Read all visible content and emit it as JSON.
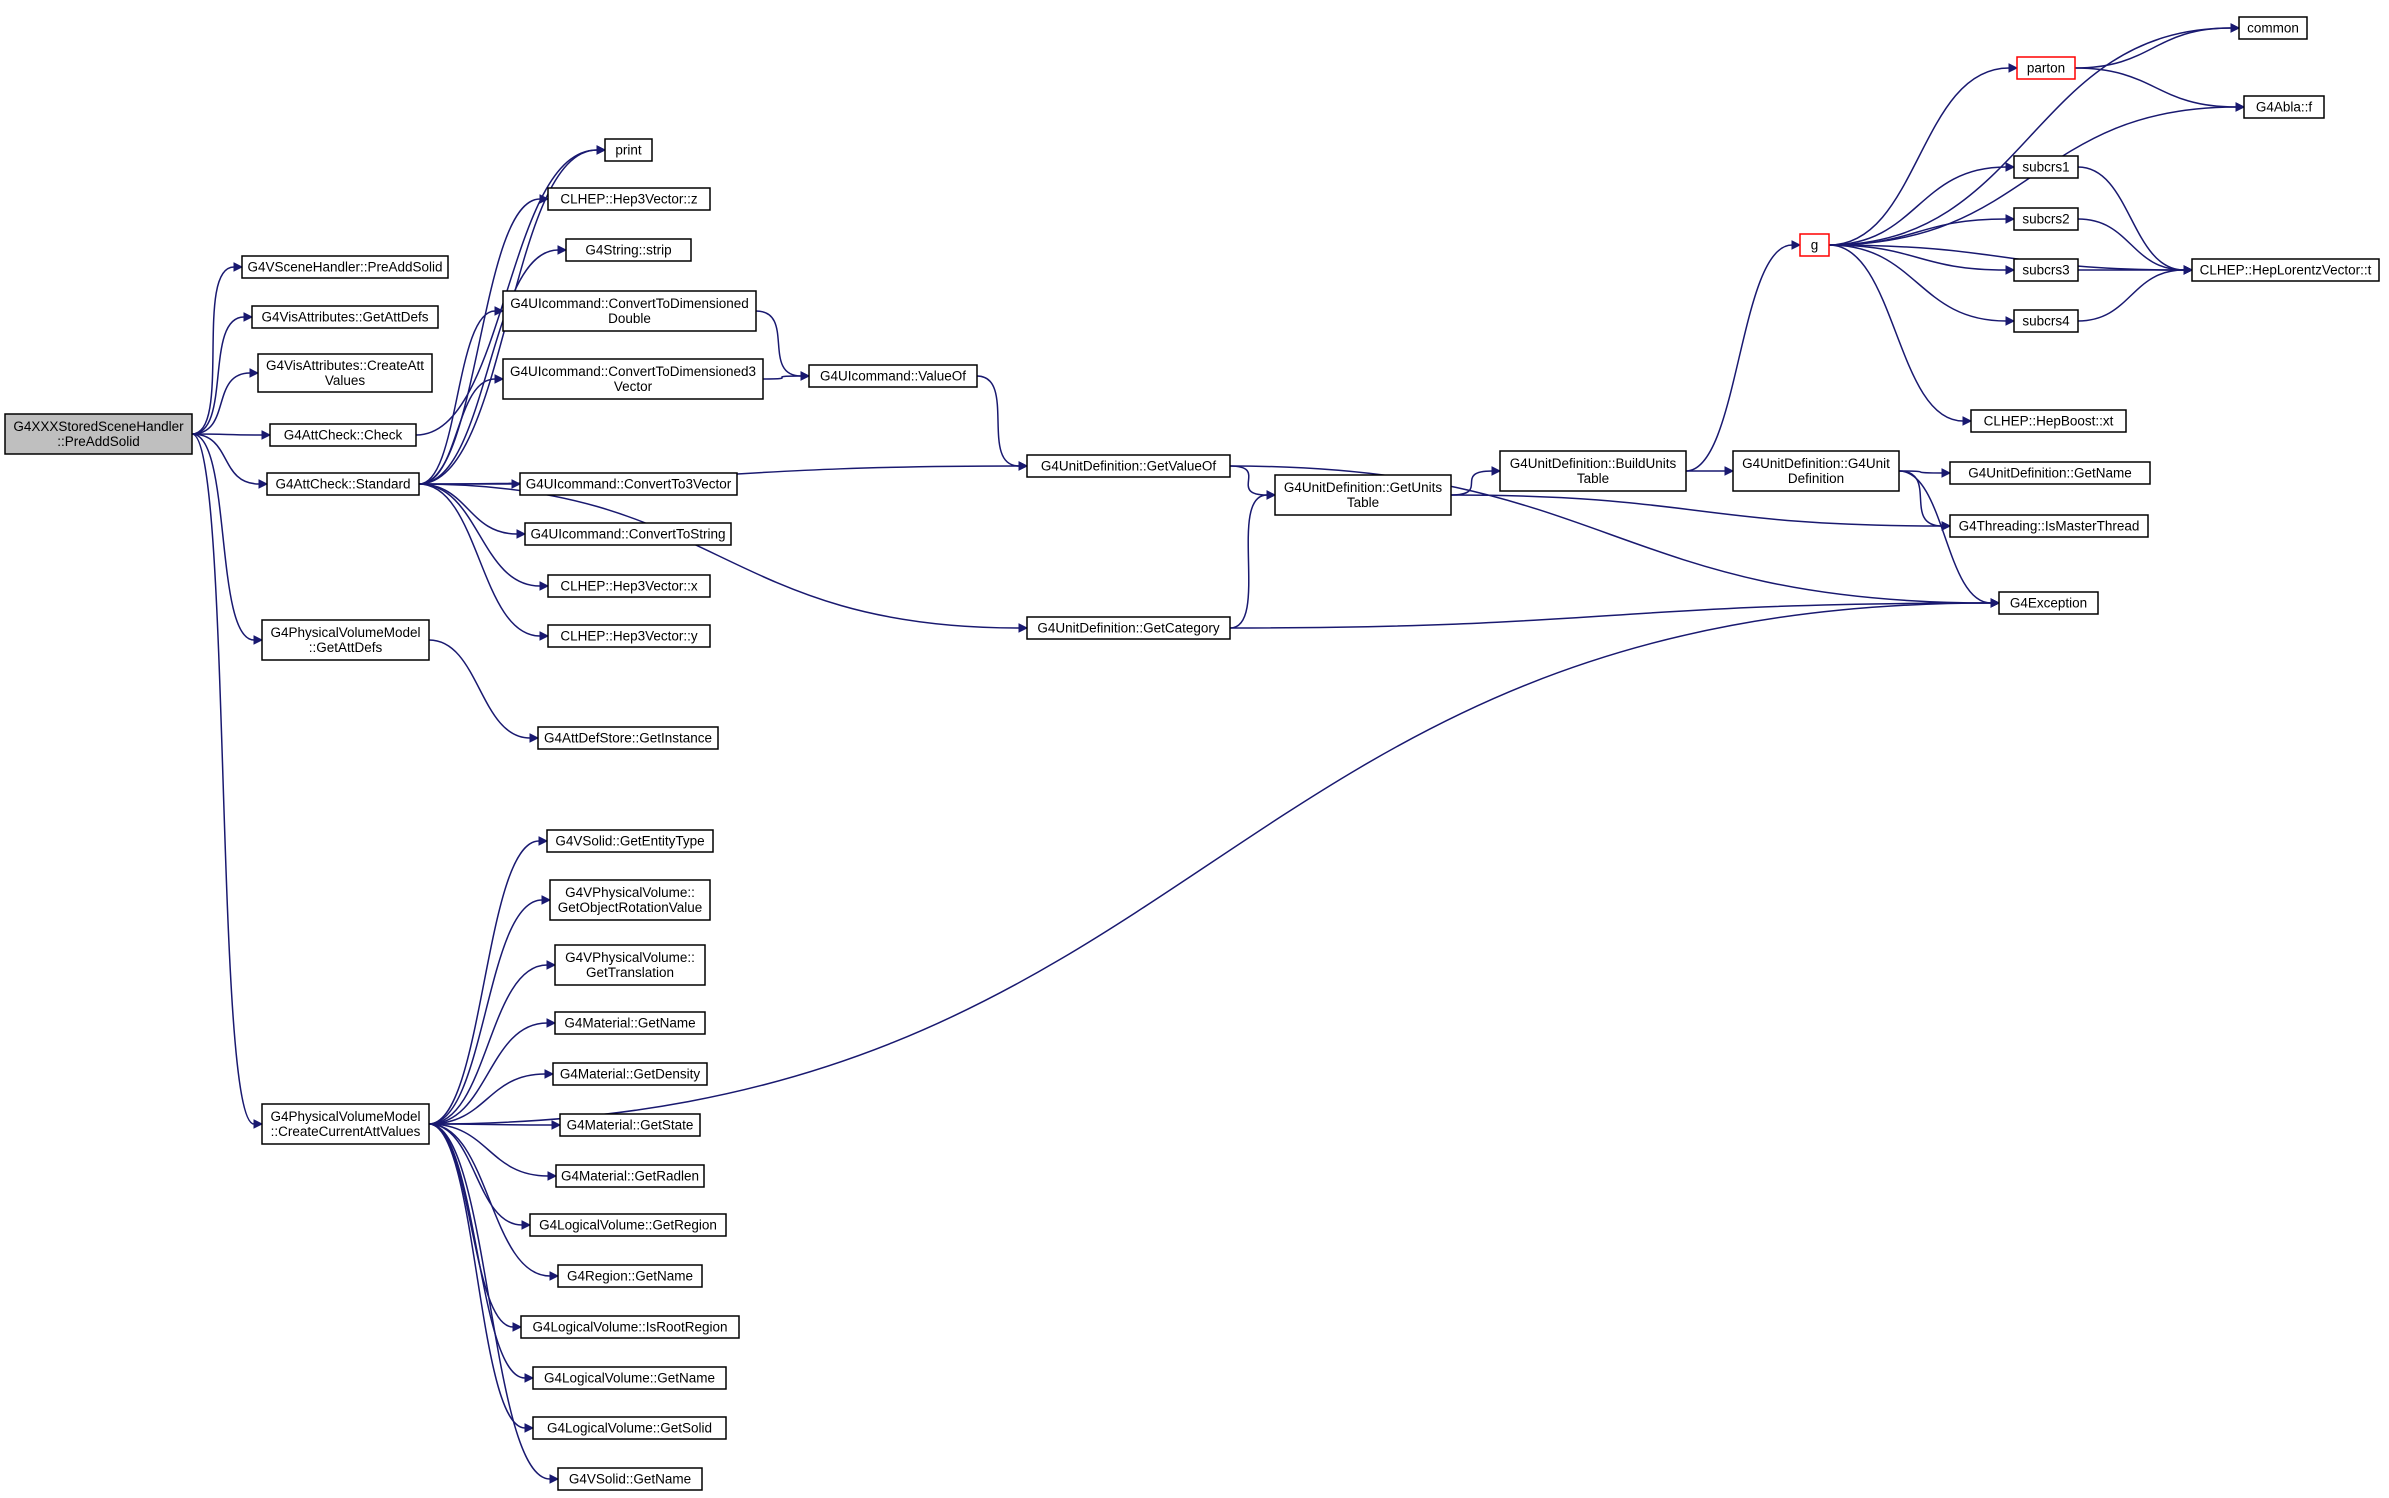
{
  "colors": {
    "edge": "#191970",
    "root_fill": "#bfbfbf",
    "node_border": "#000000",
    "highlight_border": "#ff0000"
  },
  "nodes": {
    "root": [
      "G4XXXStoredSceneHandler",
      "::PreAddSolid"
    ],
    "preaddsolid": [
      "G4VSceneHandler::PreAddSolid"
    ],
    "visattr_getattdefs": [
      "G4VisAttributes::GetAttDefs"
    ],
    "visattr_create": [
      "G4VisAttributes::CreateAtt",
      "Values"
    ],
    "attcheck_check": [
      "G4AttCheck::Check"
    ],
    "attcheck_standard": [
      "G4AttCheck::Standard"
    ],
    "pvm_getattdefs": [
      "G4PhysicalVolumeModel",
      "::GetAttDefs"
    ],
    "pvm_create": [
      "G4PhysicalVolumeModel",
      "::CreateCurrentAttValues"
    ],
    "print": [
      "print"
    ],
    "hep3_z": [
      "CLHEP::Hep3Vector::z"
    ],
    "strip": [
      "G4String::strip"
    ],
    "conv_dim_double": [
      "G4UIcommand::ConvertToDimensioned",
      "Double"
    ],
    "conv_dim_3vec": [
      "G4UIcommand::ConvertToDimensioned3",
      "Vector"
    ],
    "conv_3vec": [
      "G4UIcommand::ConvertTo3Vector"
    ],
    "conv_string": [
      "G4UIcommand::ConvertToString"
    ],
    "hep3_x": [
      "CLHEP::Hep3Vector::x"
    ],
    "hep3_y": [
      "CLHEP::Hep3Vector::y"
    ],
    "attdefstore": [
      "G4AttDefStore::GetInstance"
    ],
    "valueof": [
      "G4UIcommand::ValueOf"
    ],
    "unit_getvalueof": [
      "G4UnitDefinition::GetValueOf"
    ],
    "unit_getcategory": [
      "G4UnitDefinition::GetCategory"
    ],
    "unit_getunitstable": [
      "G4UnitDefinition::GetUnits",
      "Table"
    ],
    "unit_buildunits": [
      "G4UnitDefinition::BuildUnits",
      "Table"
    ],
    "unit_g4unitdef": [
      "G4UnitDefinition::G4Unit",
      "Definition"
    ],
    "unit_getname": [
      "G4UnitDefinition::GetName"
    ],
    "ismaster": [
      "G4Threading::IsMasterThread"
    ],
    "exception": [
      "G4Exception"
    ],
    "g": [
      "g"
    ],
    "parton": [
      "parton"
    ],
    "common": [
      "common"
    ],
    "abla_f": [
      "G4Abla::f"
    ],
    "subcrs1": [
      "subcrs1"
    ],
    "subcrs2": [
      "subcrs2"
    ],
    "subcrs3": [
      "subcrs3"
    ],
    "subcrs4": [
      "subcrs4"
    ],
    "hepboost_xt": [
      "CLHEP::HepBoost::xt"
    ],
    "heplorentz_t": [
      "CLHEP::HepLorentzVector::t"
    ],
    "vsolid_entitytype": [
      "G4VSolid::GetEntityType"
    ],
    "vpv_rotation": [
      "G4VPhysicalVolume::",
      "GetObjectRotationValue"
    ],
    "vpv_translation": [
      "G4VPhysicalVolume::",
      "GetTranslation"
    ],
    "mat_getname": [
      "G4Material::GetName"
    ],
    "mat_density": [
      "G4Material::GetDensity"
    ],
    "mat_state": [
      "G4Material::GetState"
    ],
    "mat_radlen": [
      "G4Material::GetRadlen"
    ],
    "lv_getregion": [
      "G4LogicalVolume::GetRegion"
    ],
    "region_getname": [
      "G4Region::GetName"
    ],
    "lv_isrootregion": [
      "G4LogicalVolume::IsRootRegion"
    ],
    "lv_getname": [
      "G4LogicalVolume::GetName"
    ],
    "lv_getsolid": [
      "G4LogicalVolume::GetSolid"
    ],
    "vsolid_getname": [
      "G4VSolid::GetName"
    ]
  },
  "edges": [
    [
      "root",
      "preaddsolid"
    ],
    [
      "root",
      "visattr_getattdefs"
    ],
    [
      "root",
      "visattr_create"
    ],
    [
      "root",
      "attcheck_check"
    ],
    [
      "root",
      "attcheck_standard"
    ],
    [
      "root",
      "pvm_getattdefs"
    ],
    [
      "root",
      "pvm_create"
    ],
    [
      "attcheck_check",
      "print"
    ],
    [
      "attcheck_standard",
      "print"
    ],
    [
      "attcheck_standard",
      "hep3_z"
    ],
    [
      "attcheck_standard",
      "strip"
    ],
    [
      "attcheck_standard",
      "conv_dim_double"
    ],
    [
      "attcheck_standard",
      "conv_dim_3vec"
    ],
    [
      "attcheck_standard",
      "unit_getvalueof"
    ],
    [
      "attcheck_standard",
      "conv_3vec"
    ],
    [
      "attcheck_standard",
      "conv_string"
    ],
    [
      "attcheck_standard",
      "hep3_x"
    ],
    [
      "attcheck_standard",
      "hep3_y"
    ],
    [
      "attcheck_standard",
      "unit_getcategory"
    ],
    [
      "pvm_getattdefs",
      "attdefstore"
    ],
    [
      "conv_dim_double",
      "valueof"
    ],
    [
      "conv_dim_3vec",
      "valueof"
    ],
    [
      "valueof",
      "unit_getvalueof"
    ],
    [
      "unit_getvalueof",
      "unit_getunitstable"
    ],
    [
      "unit_getvalueof",
      "exception"
    ],
    [
      "unit_getcategory",
      "unit_getunitstable"
    ],
    [
      "unit_getcategory",
      "exception"
    ],
    [
      "unit_getunitstable",
      "unit_buildunits"
    ],
    [
      "unit_getunitstable",
      "ismaster"
    ],
    [
      "unit_buildunits",
      "g"
    ],
    [
      "unit_buildunits",
      "unit_g4unitdef"
    ],
    [
      "unit_g4unitdef",
      "unit_getname"
    ],
    [
      "unit_g4unitdef",
      "ismaster"
    ],
    [
      "unit_g4unitdef",
      "exception"
    ],
    [
      "g",
      "common"
    ],
    [
      "g",
      "parton"
    ],
    [
      "g",
      "abla_f"
    ],
    [
      "g",
      "subcrs1"
    ],
    [
      "g",
      "subcrs2"
    ],
    [
      "g",
      "subcrs3"
    ],
    [
      "g",
      "subcrs4"
    ],
    [
      "g",
      "heplorentz_t"
    ],
    [
      "g",
      "hepboost_xt"
    ],
    [
      "parton",
      "common"
    ],
    [
      "parton",
      "abla_f"
    ],
    [
      "subcrs1",
      "heplorentz_t"
    ],
    [
      "subcrs2",
      "heplorentz_t"
    ],
    [
      "subcrs3",
      "heplorentz_t"
    ],
    [
      "subcrs4",
      "heplorentz_t"
    ],
    [
      "pvm_create",
      "exception"
    ],
    [
      "pvm_create",
      "vsolid_entitytype"
    ],
    [
      "pvm_create",
      "vpv_rotation"
    ],
    [
      "pvm_create",
      "vpv_translation"
    ],
    [
      "pvm_create",
      "mat_getname"
    ],
    [
      "pvm_create",
      "mat_density"
    ],
    [
      "pvm_create",
      "mat_state"
    ],
    [
      "pvm_create",
      "mat_radlen"
    ],
    [
      "pvm_create",
      "lv_getregion"
    ],
    [
      "pvm_create",
      "region_getname"
    ],
    [
      "pvm_create",
      "lv_isrootregion"
    ],
    [
      "pvm_create",
      "lv_getname"
    ],
    [
      "pvm_create",
      "lv_getsolid"
    ],
    [
      "pvm_create",
      "vsolid_getname"
    ]
  ]
}
